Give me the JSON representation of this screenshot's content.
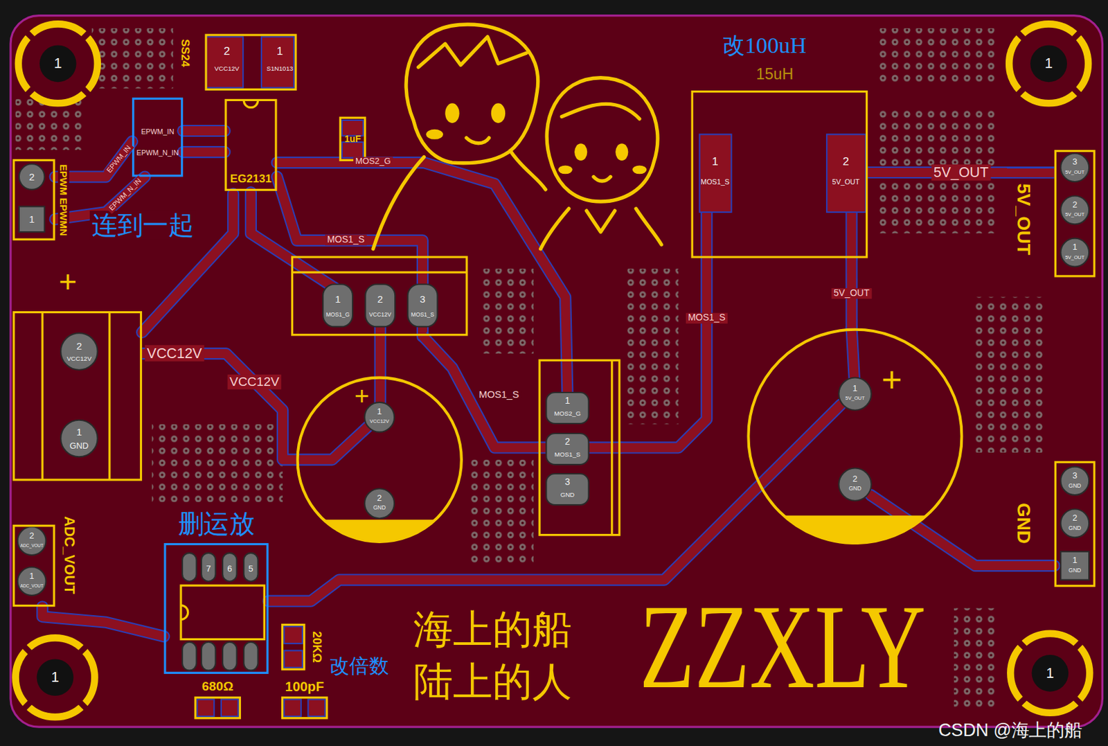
{
  "diagram": {
    "nodes": [
      {
        "text": [
          "2",
          "VCC12V",
          "1",
          "S1N1013"
        ]
      },
      {
        "text": [
          "EPWM_IN",
          "EPWM_N_IN"
        ]
      },
      {
        "text": [
          "EG2131"
        ]
      },
      {
        "text": [
          "1uF"
        ]
      },
      {
        "text": [
          "2",
          "1"
        ]
      },
      {
        "text": [
          "2",
          "VCC12V",
          "1",
          "GND"
        ]
      },
      {
        "text": [
          "1",
          "MOS1_G",
          "2",
          "VCC12V",
          "3",
          "MOS1_S"
        ]
      },
      {
        "text": [
          "1",
          "VCC12V",
          "2",
          "GND"
        ]
      },
      {
        "text": [
          "1",
          "MOS2_G",
          "2",
          "MOS1_S",
          "3",
          "GND"
        ]
      },
      {
        "text": [
          "1",
          "MOS1_S",
          "2",
          "5V_OUT"
        ]
      },
      {
        "text": [
          "1",
          "5V_OUT",
          "2",
          "GND"
        ]
      },
      {
        "text": [
          "3",
          "5V_OUT",
          "2",
          "5V_OUT",
          "1",
          "5V_OUT"
        ]
      },
      {
        "text": [
          "3",
          "GND",
          "2",
          "GND",
          "1",
          "GND"
        ]
      },
      {
        "text": [
          "2",
          "ADC_VOUT",
          "1",
          "ADC_VOUT"
        ]
      },
      {
        "text": [
          "删运放",
          "7",
          "6",
          "5"
        ]
      },
      {
        "text": [
          "20KΩ"
        ]
      },
      {
        "text": [
          "100pF"
        ]
      },
      {
        "text": [
          "680Ω"
        ]
      },
      {
        "text": [
          "1"
        ]
      },
      {
        "text": [
          "1"
        ]
      },
      {
        "text": [
          "1"
        ]
      },
      {
        "text": [
          "1"
        ]
      }
    ],
    "edges": [
      {
        "from": 5,
        "to": 7,
        "arrow": "none",
        "label": "VCC12V"
      },
      {
        "from": 6,
        "to": 8,
        "arrow": "none",
        "label": "MOS1_S"
      },
      {
        "from": 8,
        "to": 9,
        "arrow": "none",
        "label": "MOS1_S"
      },
      {
        "from": 9,
        "to": 10,
        "arrow": "none",
        "label": "5V_OUT"
      },
      {
        "from": 9,
        "to": 11,
        "arrow": "none",
        "label": "5V_OUT"
      }
    ],
    "labels": [
      "SS24",
      "改100uH",
      "15uH",
      "连到一起",
      "改倍数",
      "海上的船",
      "陆上的人",
      "ZZXLY",
      "CSDN @海上的船",
      "5V_OUT",
      "GND",
      "EPWM EPWMN",
      "ADC_VOUT",
      "+",
      "+",
      "+",
      "VCC12V",
      "MOS1_S",
      "MOS2_G",
      "EPWM_IN",
      "EPWM_N_IN"
    ]
  }
}
